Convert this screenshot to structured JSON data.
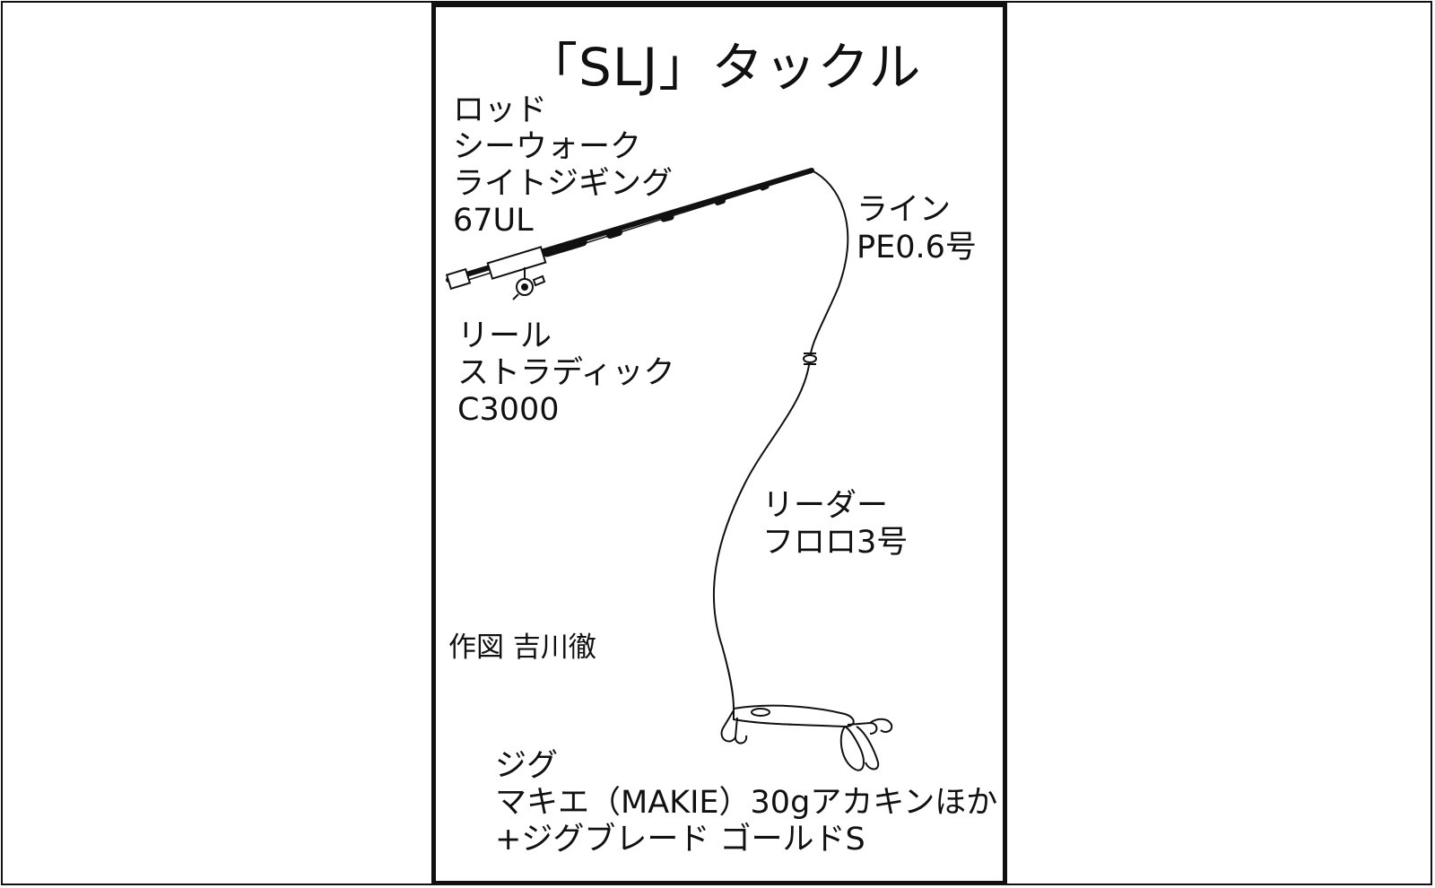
{
  "title": "「SLJ」タックル",
  "rod": {
    "heading": "ロッド",
    "lines": [
      "シーウォーク",
      "ライトジギング",
      "67UL"
    ]
  },
  "reel": {
    "heading": "リール",
    "lines": [
      "ストラディック",
      "C3000"
    ]
  },
  "line": {
    "heading": "ライン",
    "spec": "PE0.6号"
  },
  "leader": {
    "heading": "リーダー",
    "spec": "フロロ3号"
  },
  "jig": {
    "heading": "ジグ",
    "lines": [
      "マキエ（MAKIE）30gアカキンほか",
      "+ジグブレード ゴールドS"
    ]
  },
  "credit": "作図 吉川徹"
}
